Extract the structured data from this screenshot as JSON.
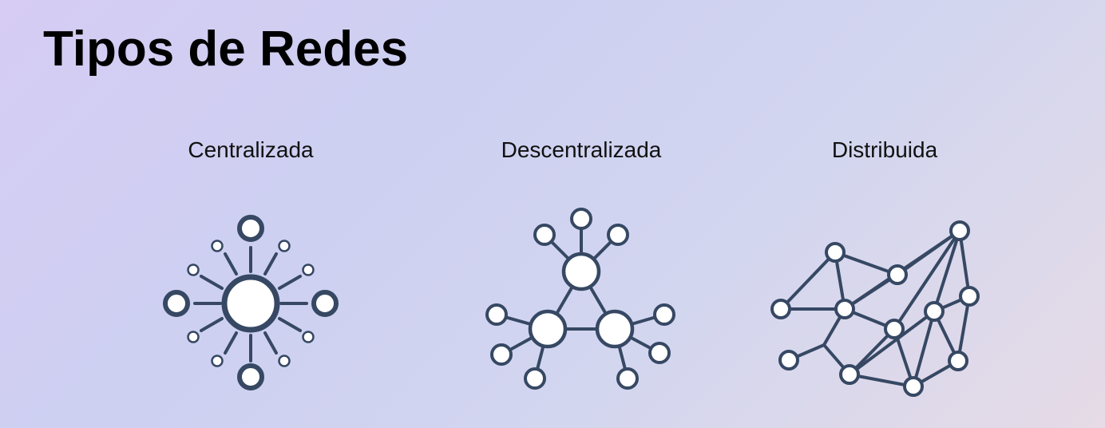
{
  "title": "Tipos de Redes",
  "colors": {
    "node_stroke": "#364863",
    "node_fill": "#ffffff"
  },
  "networks": [
    {
      "label": "Centralizada"
    },
    {
      "label": "Descentralizada"
    },
    {
      "label": "Distribuida"
    }
  ]
}
